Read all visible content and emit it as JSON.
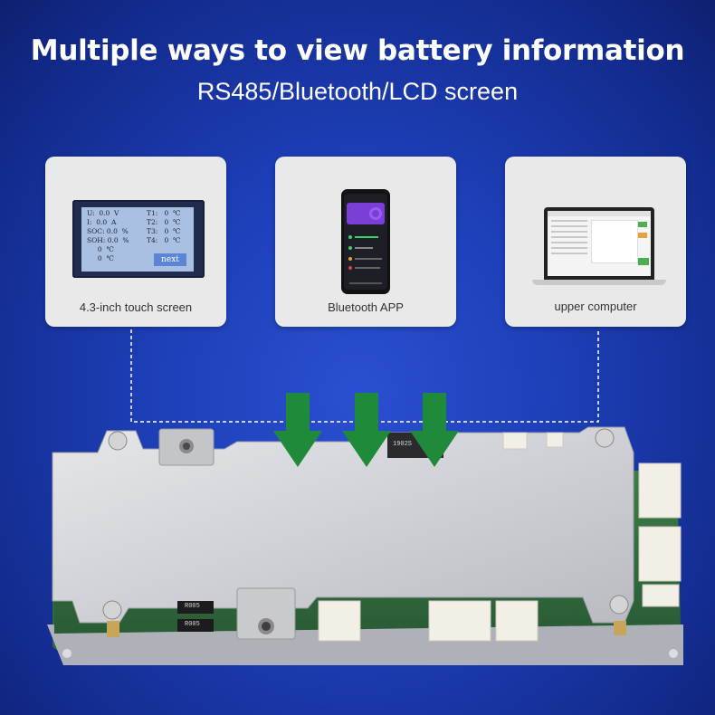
{
  "header": {
    "title": "Multiple ways to view battery information",
    "subtitle": "RS485/Bluetooth/LCD screen"
  },
  "cards": [
    {
      "label": "4.3-inch touch screen",
      "icon": "lcd-screen-icon"
    },
    {
      "label": "Bluetooth APP",
      "icon": "smartphone-icon"
    },
    {
      "label": "upper computer",
      "icon": "laptop-icon"
    }
  ],
  "lcd": {
    "left_rows": [
      "U:  0.0  V",
      "I:  0.0  A",
      "SOC: 0.0  %",
      "SOH: 0.0  %",
      "     0  ℃",
      "     0  ℃"
    ],
    "right_rows": [
      "T1:   0  ℃",
      "T2:   0  ℃",
      "T3:   0  ℃",
      "T4:   0  ℃"
    ],
    "button": "next"
  },
  "board": {
    "chip_label": "1902S",
    "resistor_labels": [
      "R005",
      "R005"
    ],
    "arrow_color": "#1f8a3a"
  },
  "colors": {
    "background": "#1d3fb8",
    "card": "#e9e9ea",
    "accent_green": "#1f8a3a"
  }
}
